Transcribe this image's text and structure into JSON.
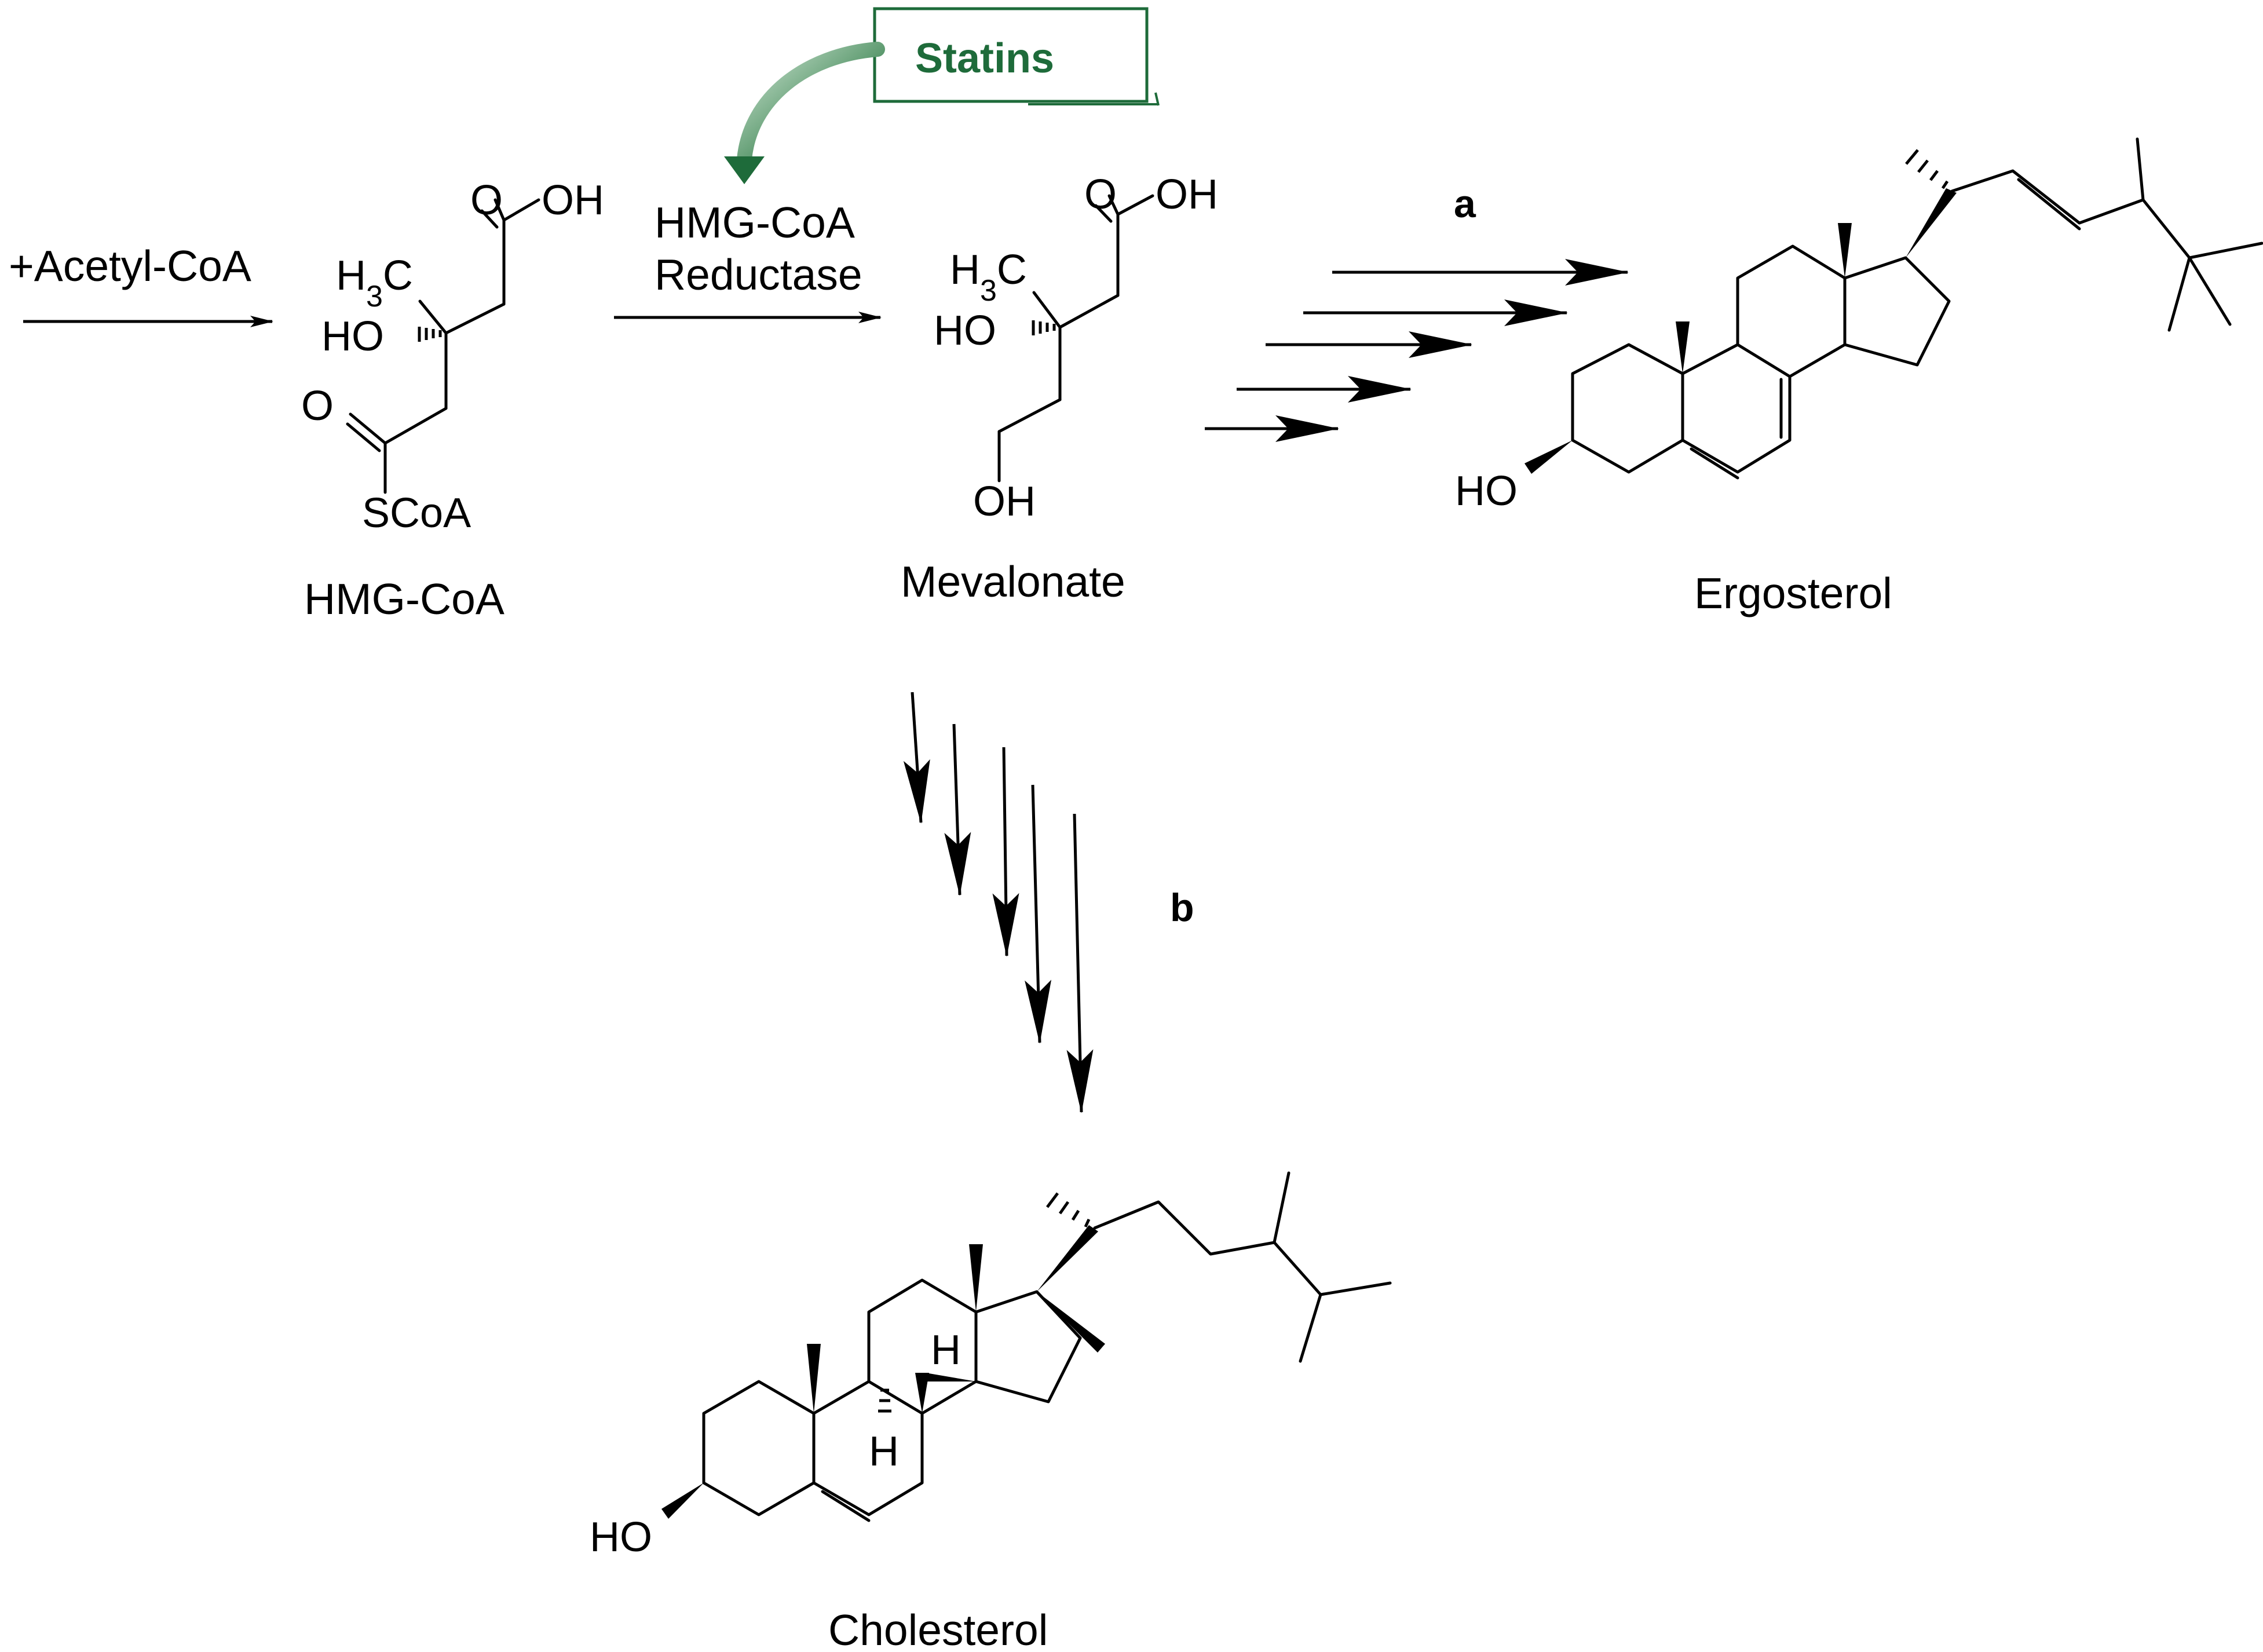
{
  "scheme": {
    "reagent_acetyl": "+Acetyl-CoA",
    "enzyme_line1": "HMG-CoA",
    "enzyme_line2": "Reductase",
    "inhibitor": "Statins",
    "route_a": "a",
    "route_b": "b",
    "colors": {
      "inhibitor": "#1e6b3a",
      "ink": "#000000"
    }
  },
  "compounds": {
    "hmgcoa": {
      "name": "HMG-CoA",
      "oh_acid": "OH",
      "o_acid": "O",
      "ch3": "H",
      "ch3_sub": "3",
      "ch3_c": "C",
      "ho": "HO",
      "o_thio": "O",
      "scoa": "SCoA"
    },
    "mevalonate": {
      "name": "Mevalonate",
      "oh_acid": "OH",
      "o_acid": "O",
      "ch3": "H",
      "ch3_sub": "3",
      "ch3_c": "C",
      "ho": "HO",
      "oh_end": "OH"
    },
    "ergosterol": {
      "name": "Ergosterol",
      "ho": "HO"
    },
    "cholesterol": {
      "name": "Cholesterol",
      "ho": "HO",
      "h_top": "H",
      "h_bottom": "H"
    }
  }
}
